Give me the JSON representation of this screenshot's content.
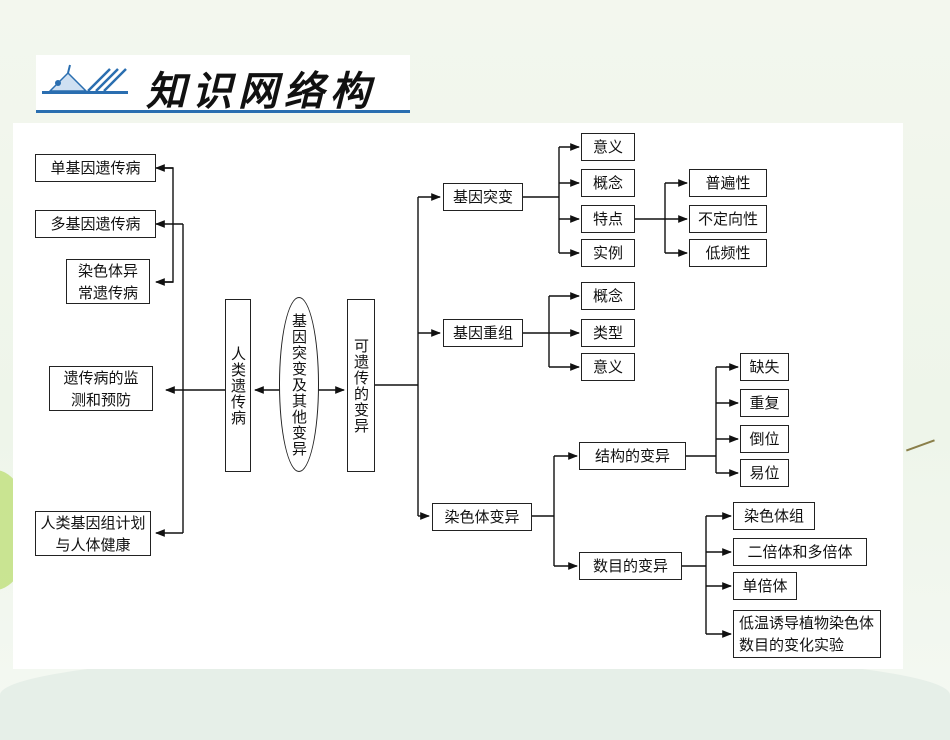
{
  "header": {
    "title": "知识网络构建",
    "accent_color": "#2a6eb0"
  },
  "diagram": {
    "center": {
      "left": "人类遗传病",
      "middle": "基因突变及其他变异",
      "right": "可遗传的变异"
    },
    "left_branches": [
      "单基因遗传病",
      "多基因遗传病",
      "染色体异常遗传病",
      "遗传病的监测和预防",
      "人类基因组计划与人体健康"
    ],
    "gene_mutation": {
      "label": "基因突变",
      "children": [
        "意义",
        "概念",
        "特点",
        "实例"
      ],
      "features": [
        "普遍性",
        "不定向性",
        "低频性"
      ]
    },
    "gene_recombination": {
      "label": "基因重组",
      "children": [
        "概念",
        "类型",
        "意义"
      ]
    },
    "chromosome_variation": {
      "label": "染色体变异",
      "structure": {
        "label": "结构的变异",
        "children": [
          "缺失",
          "重复",
          "倒位",
          "易位"
        ]
      },
      "number": {
        "label": "数目的变异",
        "children": [
          "染色体组",
          "二倍体和多倍体",
          "单倍体",
          "低温诱导植物染色体数目的变化实验"
        ]
      }
    }
  }
}
